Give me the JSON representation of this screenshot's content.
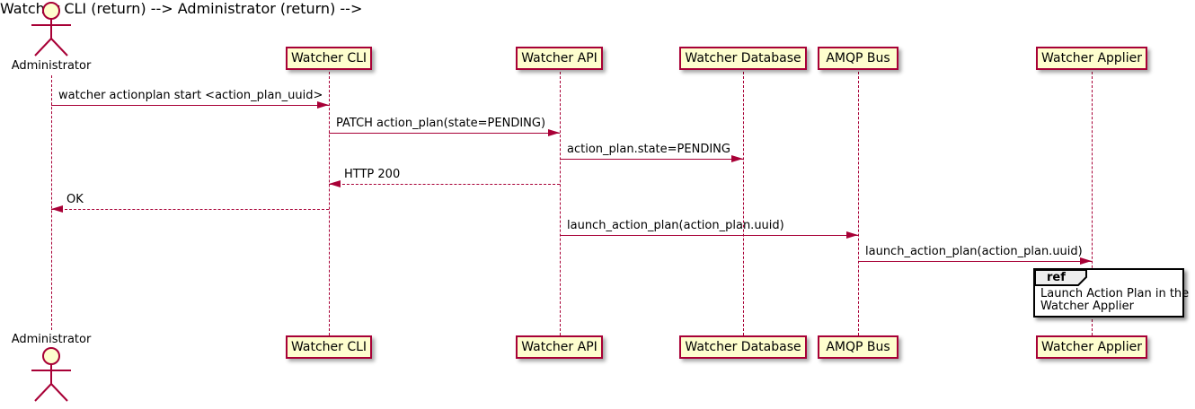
{
  "actor": {
    "name": "Administrator"
  },
  "participants": [
    {
      "name": "Watcher CLI"
    },
    {
      "name": "Watcher API"
    },
    {
      "name": "Watcher Database"
    },
    {
      "name": "AMQP Bus"
    },
    {
      "name": "Watcher Applier"
    }
  ],
  "messages": [
    {
      "label": "watcher actionplan start <action_plan_uuid>",
      "from": "Administrator",
      "to": "Watcher CLI",
      "line": "solid"
    },
    {
      "label": "PATCH action_plan(state=PENDING)",
      "from": "Watcher CLI",
      "to": "Watcher API",
      "line": "solid"
    },
    {
      "label": "action_plan.state=PENDING",
      "from": "Watcher API",
      "to": "Watcher Database",
      "line": "solid"
    },
    {
      "label": "HTTP 200",
      "from": "Watcher API",
      "to": "Watcher CLI",
      "line": "dashed"
    },
    {
      "label": "OK",
      "from": "Watcher CLI",
      "to": "Administrator",
      "line": "dashed"
    },
    {
      "label": "launch_action_plan(action_plan.uuid)",
      "from": "Watcher API",
      "to": "AMQP Bus",
      "line": "solid"
    },
    {
      "label": "launch_action_plan(action_plan.uuid)",
      "from": "AMQP Bus",
      "to": "Watcher Applier",
      "line": "solid"
    }
  ],
  "ref_fragment": {
    "keyword": "ref",
    "line1": "Launch Action Plan in the",
    "line2": "Watcher Applier"
  },
  "colors": {
    "shape_border": "#A80036",
    "shape_fill": "#FEFECE",
    "ref_border": "#000000",
    "ref_header_fill": "#EEEEEE",
    "text": "#000000",
    "background": "#FFFFFF"
  }
}
